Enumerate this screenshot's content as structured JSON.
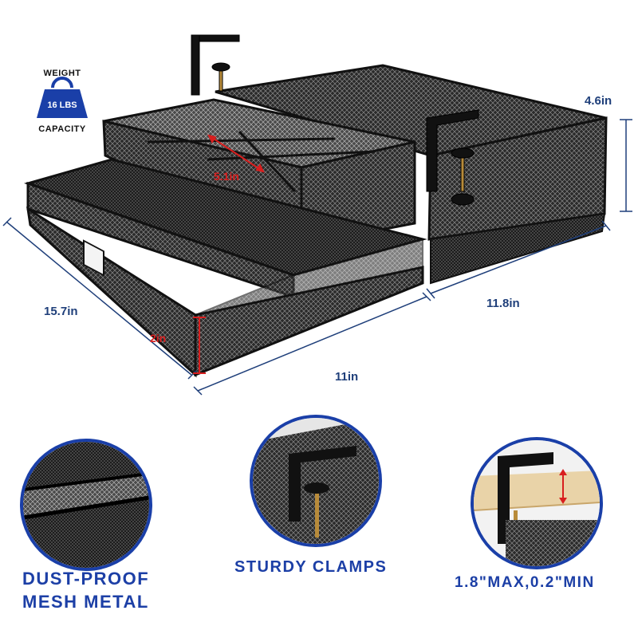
{
  "badge": {
    "top_text": "WEIGHT",
    "weight": "16 LBS",
    "bottom_text": "CAPACITY"
  },
  "dimensions": {
    "height_total": "4.6in",
    "inner_width": "5.1in",
    "depth": "15.7in",
    "side": "11.8in",
    "drawer_height": "2in",
    "width": "11in"
  },
  "features": [
    {
      "line1": "DUST-PROOF",
      "line2": "MESH METAL"
    },
    {
      "line1": "STURDY CLAMPS"
    },
    {
      "line1": "1.8\"MAX,0.2\"MIN"
    }
  ],
  "colors": {
    "accent_blue": "#1a3fa8",
    "dimension_blue": "#1f3f7a",
    "highlight_red": "#d81e1e",
    "product_black": "#111111",
    "wood": "#e9d3a8"
  }
}
